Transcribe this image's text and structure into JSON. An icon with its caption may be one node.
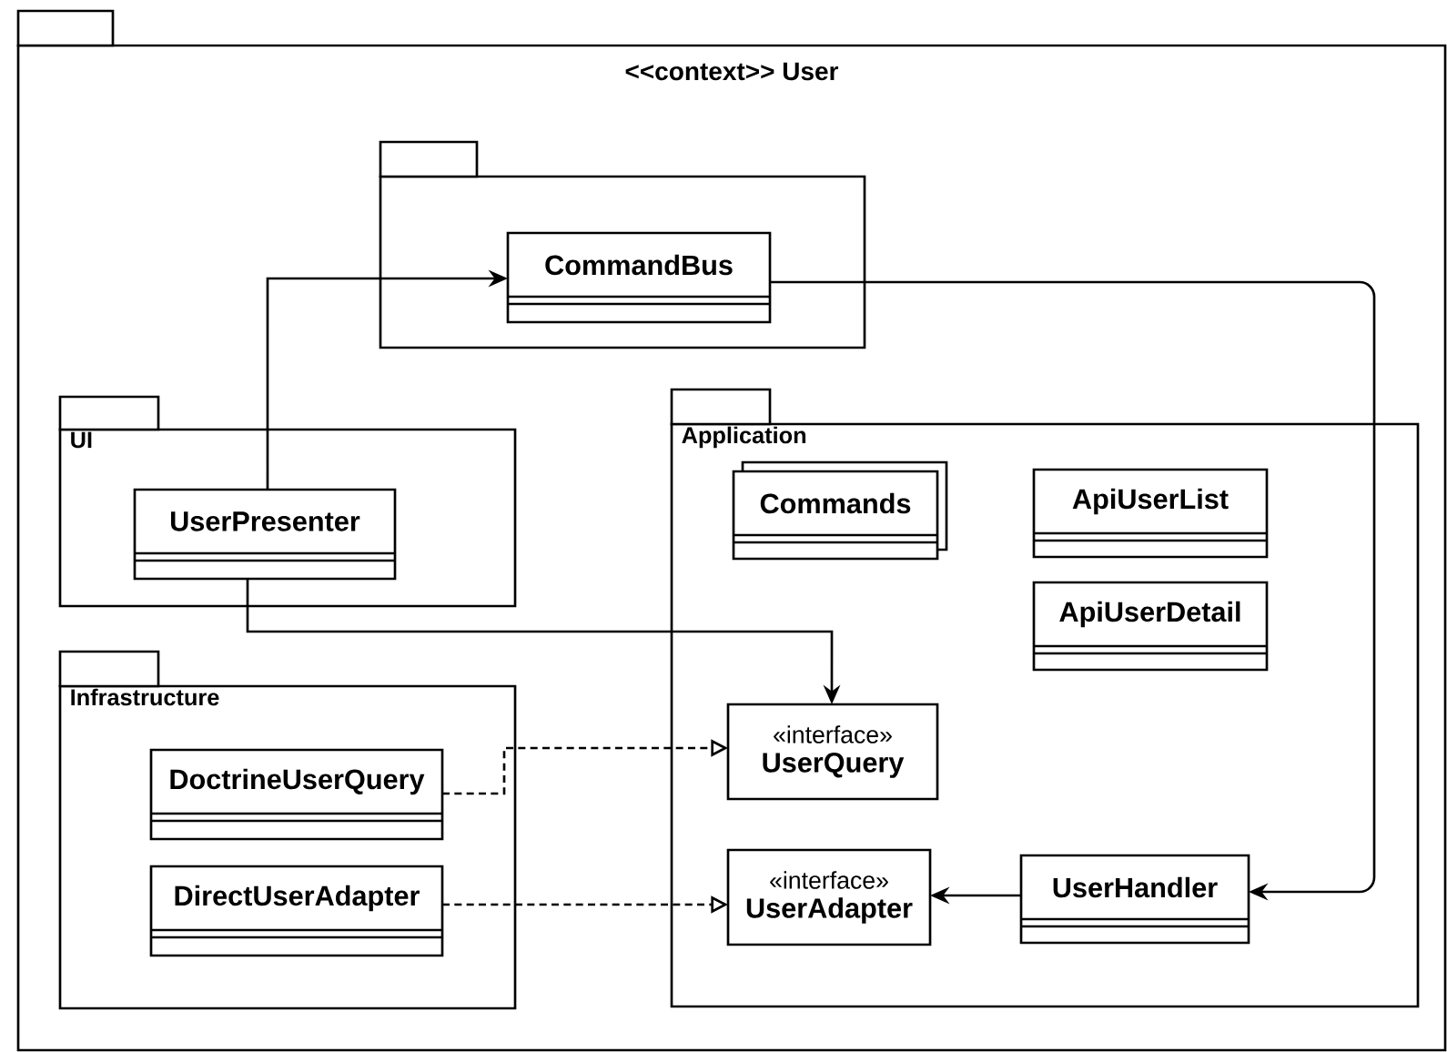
{
  "diagram": {
    "nodes": [
      {
        "text": [
          "<<context>> User"
        ]
      },
      {
        "text": [],
        "shape": "box",
        "in": 0
      },
      {
        "text": [
          "CommandBus"
        ],
        "in": 1
      },
      {
        "text": [
          "UI"
        ],
        "in": 0
      },
      {
        "text": [
          "UserPresenter"
        ],
        "in": 3
      },
      {
        "text": [
          "Infrastructure"
        ],
        "in": 0
      },
      {
        "text": [
          "DoctrineUserQuery"
        ],
        "in": 5
      },
      {
        "text": [
          "DirectUserAdapter"
        ],
        "in": 5
      },
      {
        "text": [
          "Application"
        ],
        "in": 0
      },
      {
        "text": [
          "Commands"
        ],
        "in": 8
      },
      {
        "text": [
          "ApiUserList"
        ],
        "in": 8
      },
      {
        "text": [
          "ApiUserDetail"
        ],
        "in": 8
      },
      {
        "text": [
          "«interface»",
          "UserQuery"
        ],
        "in": 8
      },
      {
        "text": [
          "«interface»",
          "UserAdapter"
        ],
        "in": 8
      },
      {
        "text": [
          "UserHandler"
        ],
        "in": 8
      }
    ],
    "edges": [
      {
        "from": 4,
        "to": 2,
        "arrow": "to"
      },
      {
        "from": 4,
        "to": 12,
        "arrow": "to"
      },
      {
        "from": 2,
        "to": 14,
        "arrow": "to"
      },
      {
        "from": 14,
        "to": 13,
        "arrow": "to"
      },
      {
        "from": 6,
        "to": 12,
        "arrow": "to",
        "style": "dashed"
      },
      {
        "from": 7,
        "to": 13,
        "arrow": "to",
        "style": "dashed"
      }
    ]
  }
}
